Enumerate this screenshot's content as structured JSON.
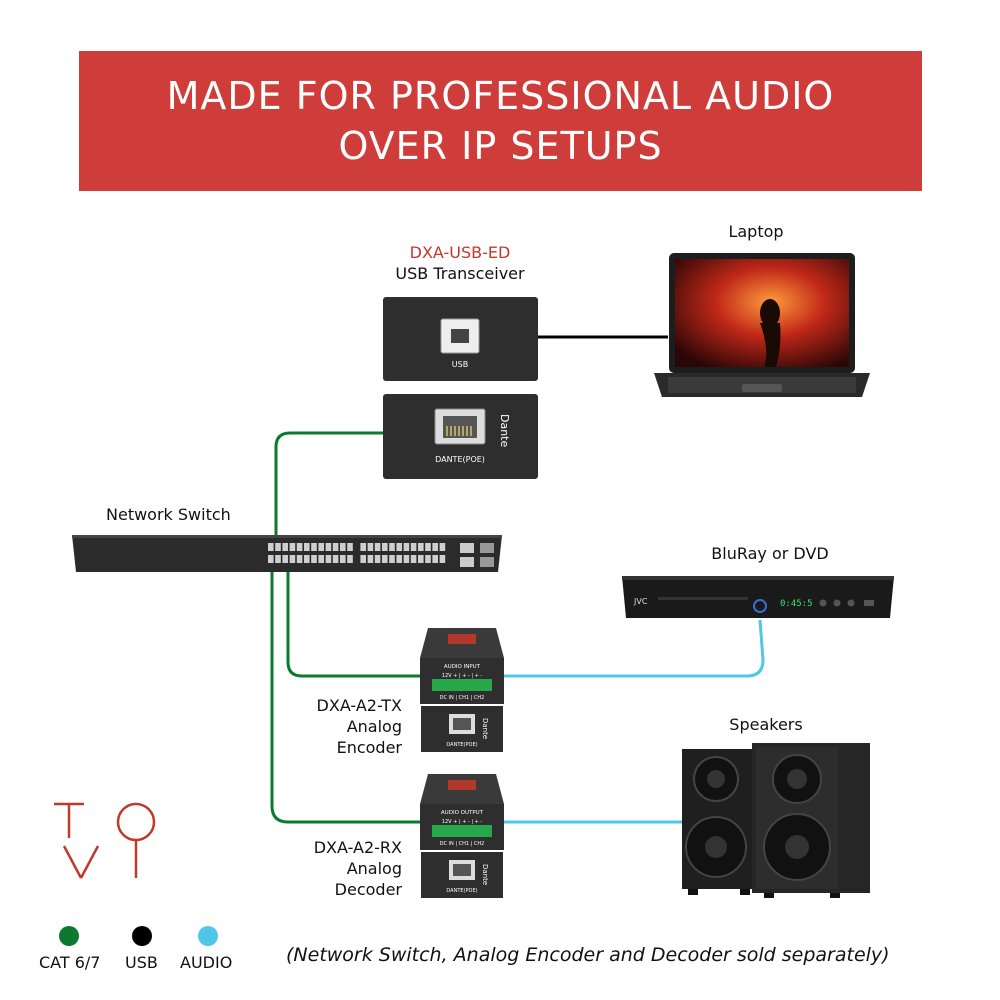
{
  "banner": {
    "line1": "MADE FOR PROFESSIONAL AUDIO",
    "line2": "OVER IP SETUPS"
  },
  "usb_device": {
    "model": "DXA-USB-ED",
    "type": "USB Transceiver",
    "usb_port_label": "USB",
    "dante_port_label": "DANTE(POE)",
    "dante_logo": "Dante"
  },
  "laptop": {
    "label": "Laptop"
  },
  "network_switch": {
    "label": "Network Switch"
  },
  "bluray": {
    "label": "BluRay or DVD",
    "brand": "JVC",
    "display": "0:45:5"
  },
  "encoder": {
    "model": "DXA-A2-TX",
    "line2": "Analog",
    "line3": "Encoder",
    "panel_title": "AUDIO INPUT",
    "pins": "12V + | + - | + -",
    "ch": "DC IN | CH1 | CH2",
    "dante_port_label": "DANTE(POE)",
    "dante_logo": "Dante"
  },
  "decoder": {
    "model": "DXA-A2-RX",
    "line2": "Analog",
    "line3": "Decoder",
    "panel_title": "AUDIO OUTPUT",
    "pins": "12V + | + - | + -",
    "ch": "DC IN | CH1 | CH2",
    "dante_port_label": "DANTE(POE)",
    "dante_logo": "Dante"
  },
  "speakers": {
    "label": "Speakers"
  },
  "legend": [
    {
      "label": "CAT 6/7",
      "color": "#0b7a2e"
    },
    {
      "label": "USB",
      "color": "#000000"
    },
    {
      "label": "AUDIO",
      "color": "#4fc8e8"
    }
  ],
  "note": "(Network Switch, Analog Encoder and Decoder sold separately)",
  "colors": {
    "banner": "#cf3d3a",
    "cat": "#0b7a2e",
    "usb": "#000000",
    "audio": "#4fc8e8",
    "brand": "#c0392b"
  }
}
